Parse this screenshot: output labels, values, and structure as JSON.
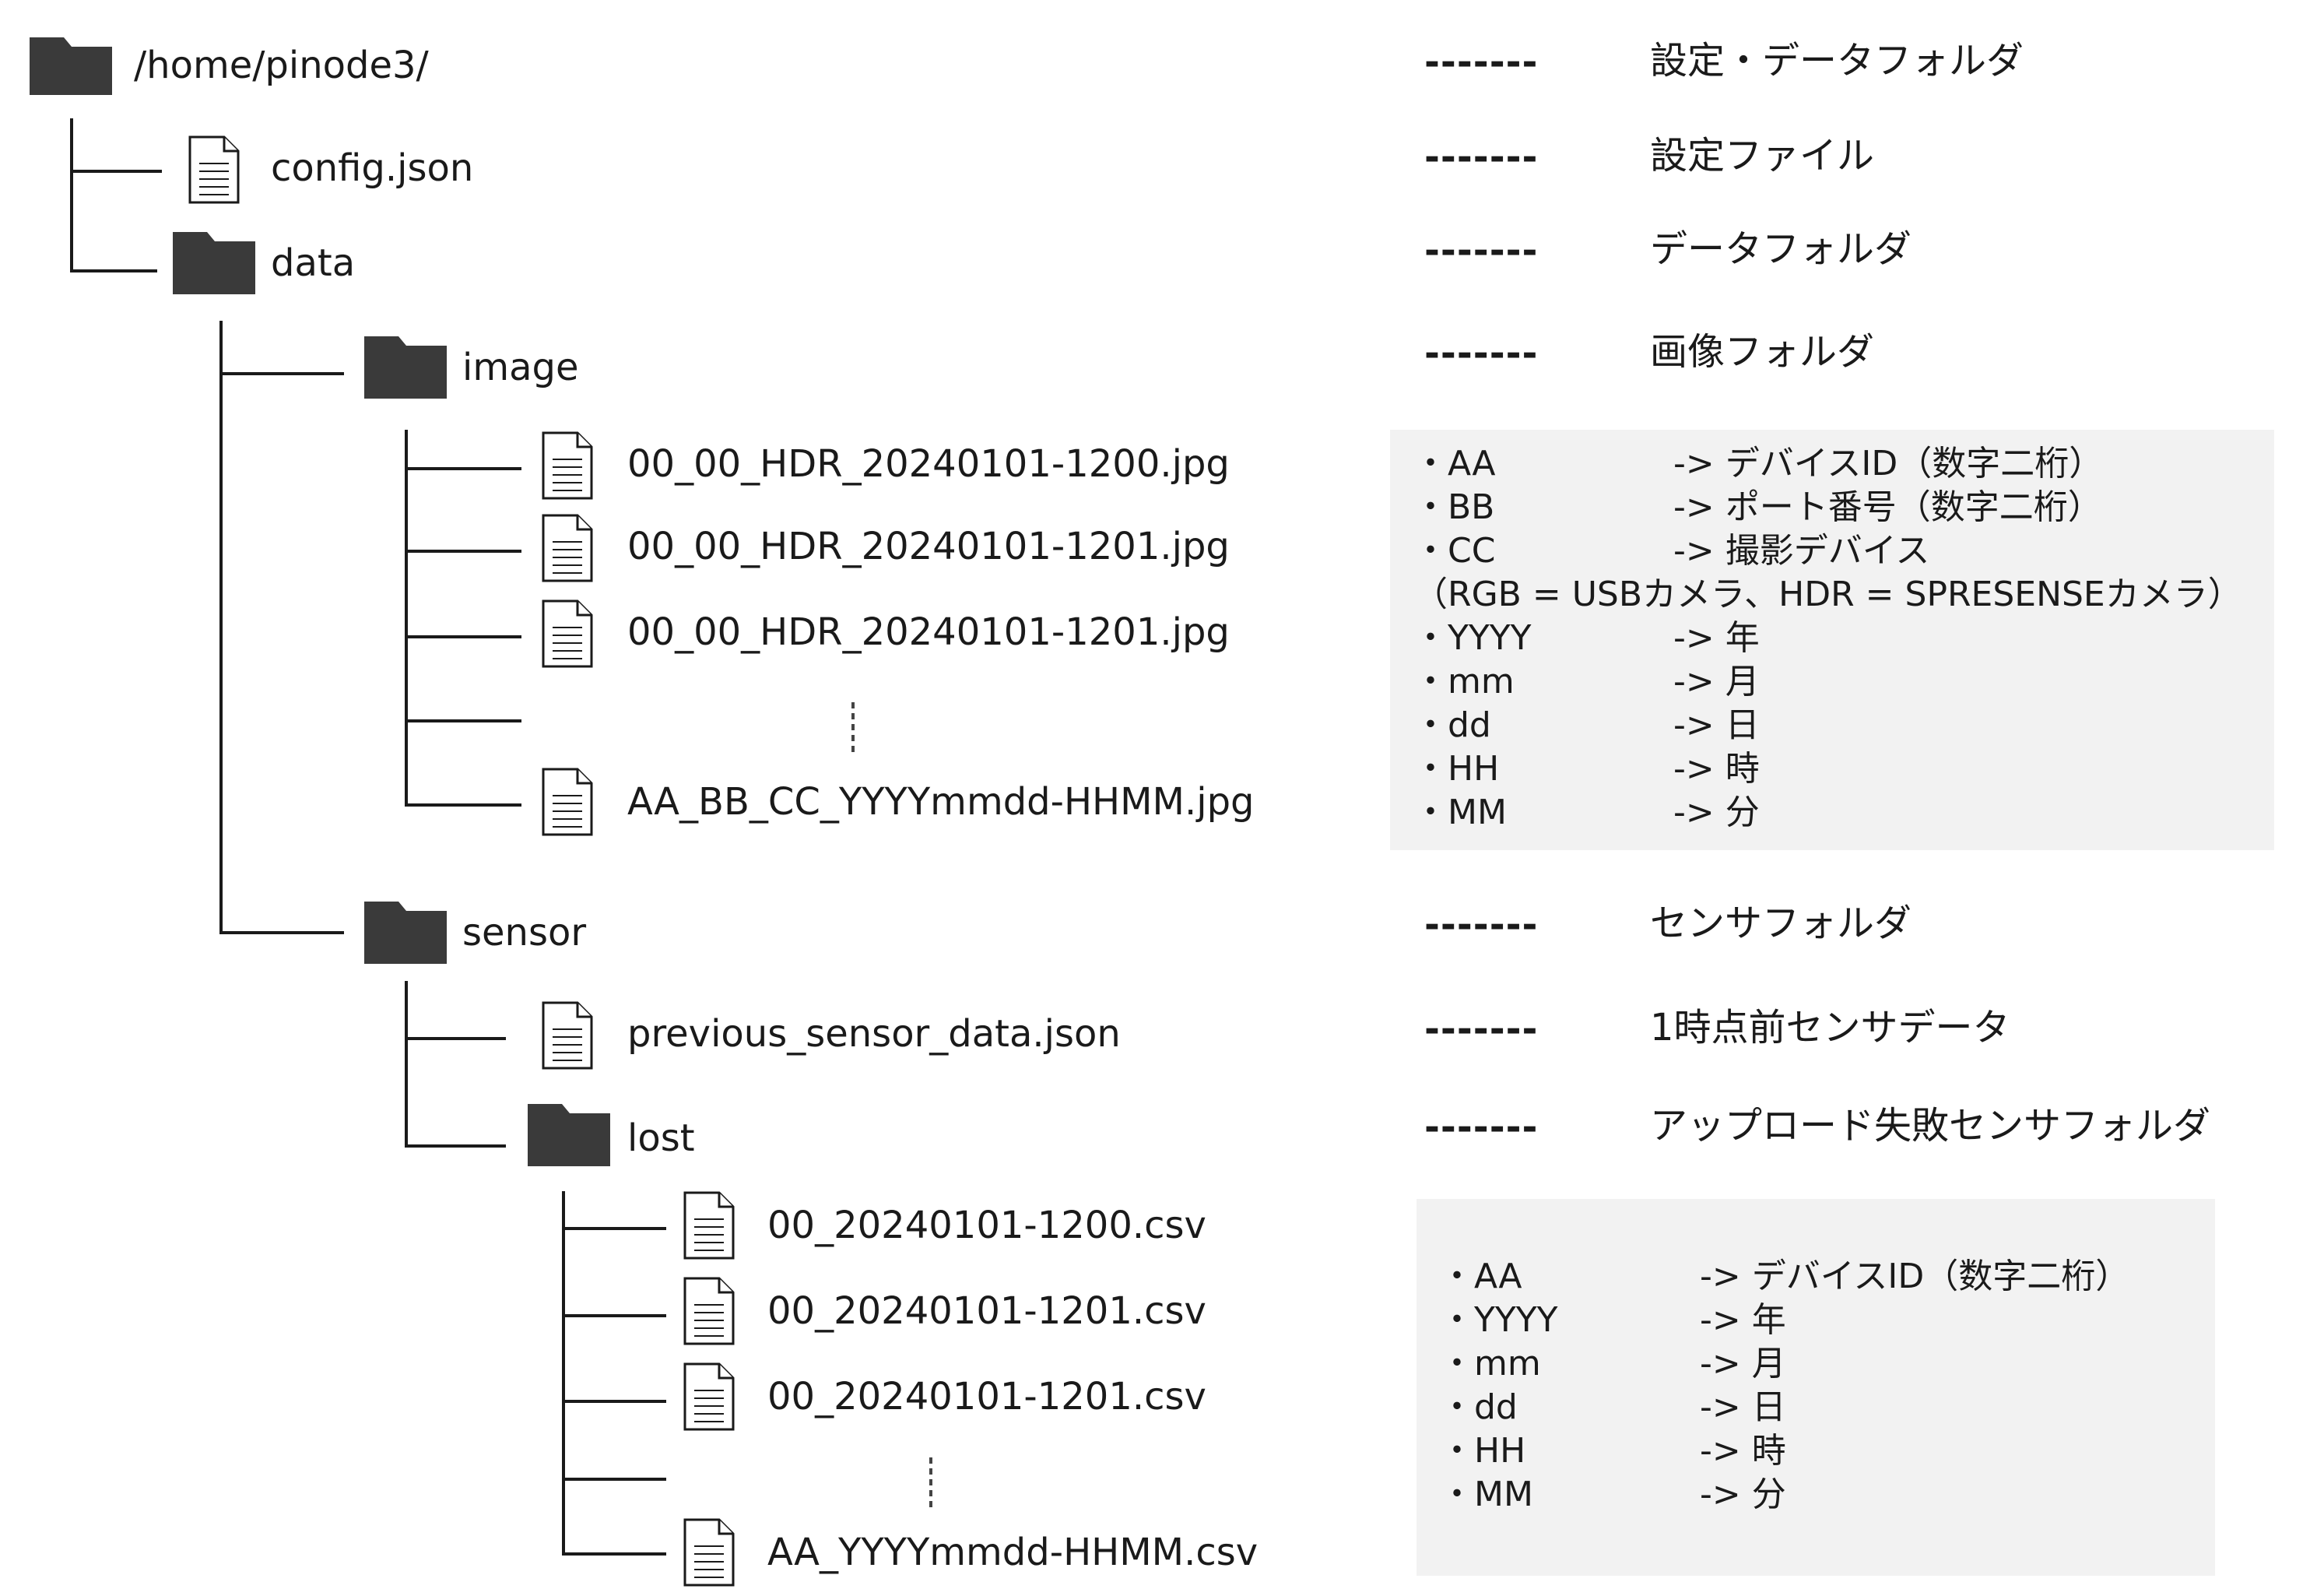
{
  "tree": {
    "root": "/home/pinode3/",
    "config_file": "config.json",
    "data_folder": "data",
    "image_folder": "image",
    "image_files": [
      "00_00_HDR_20240101-1200.jpg",
      "00_00_HDR_20240101-1201.jpg",
      "00_00_HDR_20240101-1201.jpg",
      "AA_BB_CC_YYYYmmdd-HHMM.jpg"
    ],
    "sensor_folder": "sensor",
    "previous_file": "previous_sensor_data.json",
    "lost_folder": "lost",
    "lost_files": [
      "00_20240101-1200.csv",
      "00_20240101-1201.csv",
      "00_20240101-1201.csv",
      "AA_YYYYmmdd-HHMM.csv"
    ]
  },
  "separator": "-------",
  "descriptions": {
    "root": "設定・データフォルダ",
    "config": "設定ファイル",
    "data": "データフォルダ",
    "image": "画像フォルダ",
    "sensor": "センサフォルダ",
    "previous": "1時点前センサデータ",
    "lost": "アップロード失敗センサフォルダ"
  },
  "image_legend": {
    "rows": [
      {
        "key": "・AA",
        "value": "-> デバイスID（数字二桁）"
      },
      {
        "key": "・BB",
        "value": "-> ポート番号（数字二桁）"
      },
      {
        "key": "・CC",
        "value": "-> 撮影デバイス"
      }
    ],
    "note": "（RGB = USBカメラ、HDR = SPRESENSEカメラ）",
    "rows2": [
      {
        "key": "・YYYY",
        "value": "-> 年"
      },
      {
        "key": "・mm",
        "value": "-> 月"
      },
      {
        "key": "・dd",
        "value": "-> 日"
      },
      {
        "key": "・HH",
        "value": "-> 時"
      },
      {
        "key": "・MM",
        "value": "-> 分"
      }
    ]
  },
  "lost_legend": {
    "rows": [
      {
        "key": "・AA",
        "value": "-> デバイスID（数字二桁）"
      },
      {
        "key": "・YYYY",
        "value": "-> 年"
      },
      {
        "key": "・mm",
        "value": "-> 月"
      },
      {
        "key": "・dd",
        "value": "-> 日"
      },
      {
        "key": "・HH",
        "value": "-> 時"
      },
      {
        "key": "・MM",
        "value": "-> 分"
      }
    ]
  },
  "colors": {
    "icon": "#3a3a3a",
    "line": "#1a1a1a",
    "panel": "#f2f2f2"
  }
}
